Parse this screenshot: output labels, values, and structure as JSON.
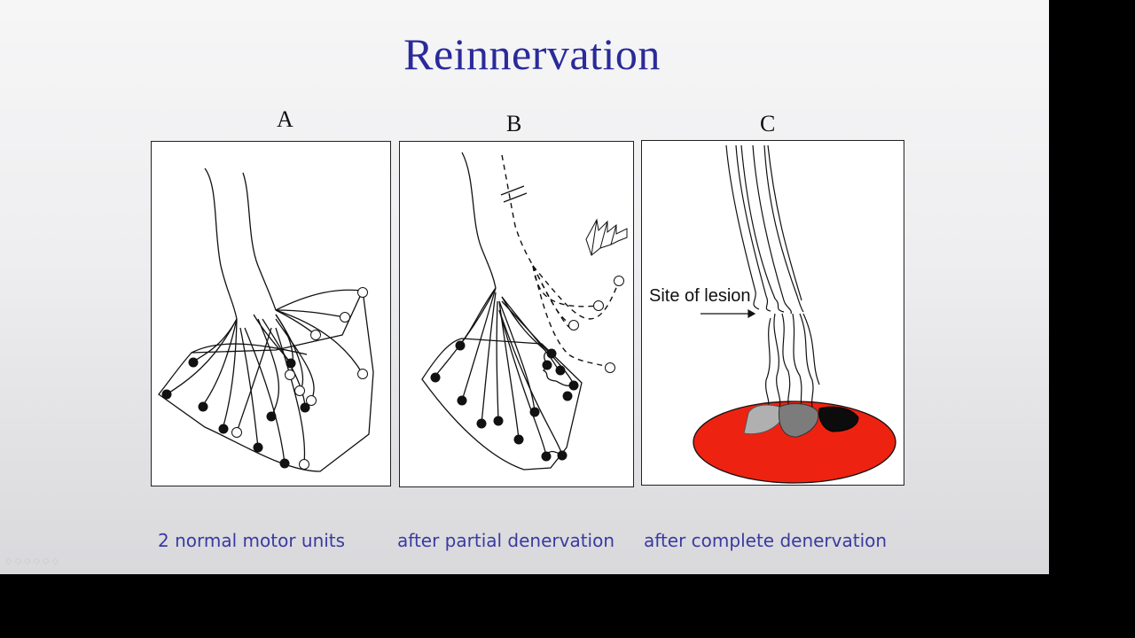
{
  "slide": {
    "title": "Reinnervation",
    "panels": [
      {
        "letter": "A",
        "caption": "2 normal motor units"
      },
      {
        "letter": "B",
        "caption": "after partial denervation"
      },
      {
        "letter": "C",
        "caption": "after complete denervation",
        "lesion_label": "Site of lesion"
      }
    ]
  },
  "colors": {
    "title": "#2a2a9a",
    "caption": "#3a3aa0",
    "muscle": "#ee2211",
    "ink": "#111111"
  },
  "player_controls_hint": "◇ ◇ ◇ ◇ ◇ ◇"
}
